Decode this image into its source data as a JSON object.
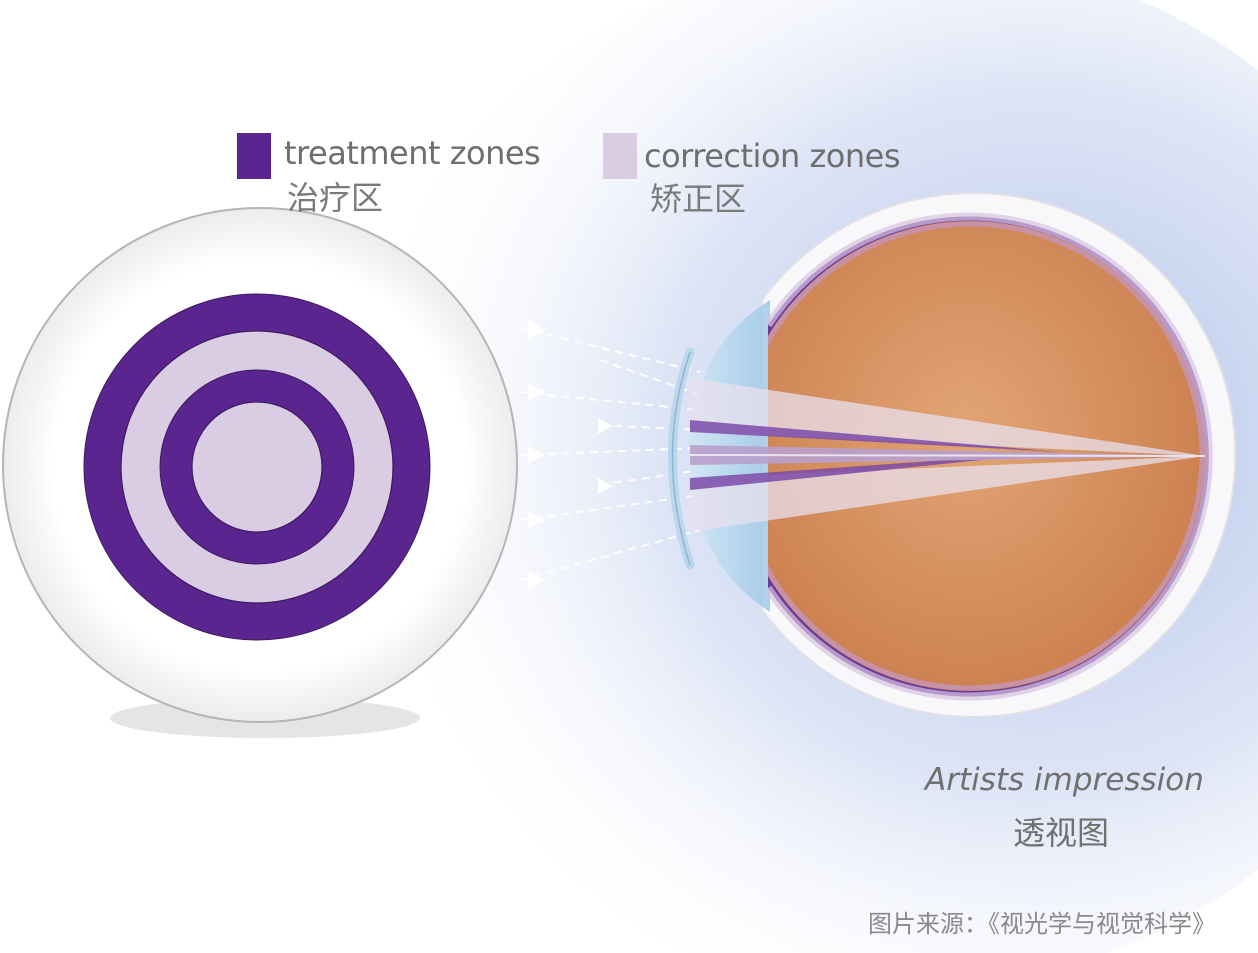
{
  "legend": {
    "treatment": {
      "label": "treatment zones",
      "label_zh": "治疗区",
      "color": "#5b2590"
    },
    "correction": {
      "label": "correction zones",
      "label_zh": "矫正区",
      "color": "#d9cce3"
    }
  },
  "caption": {
    "en": "Artists impression",
    "zh": "透视图"
  },
  "source": "图片来源：《视光学与视觉科学》",
  "colors": {
    "eye_interior": "#dc9868",
    "lens_outline": "#b5b5b5",
    "glow": "#b9c8ea"
  }
}
